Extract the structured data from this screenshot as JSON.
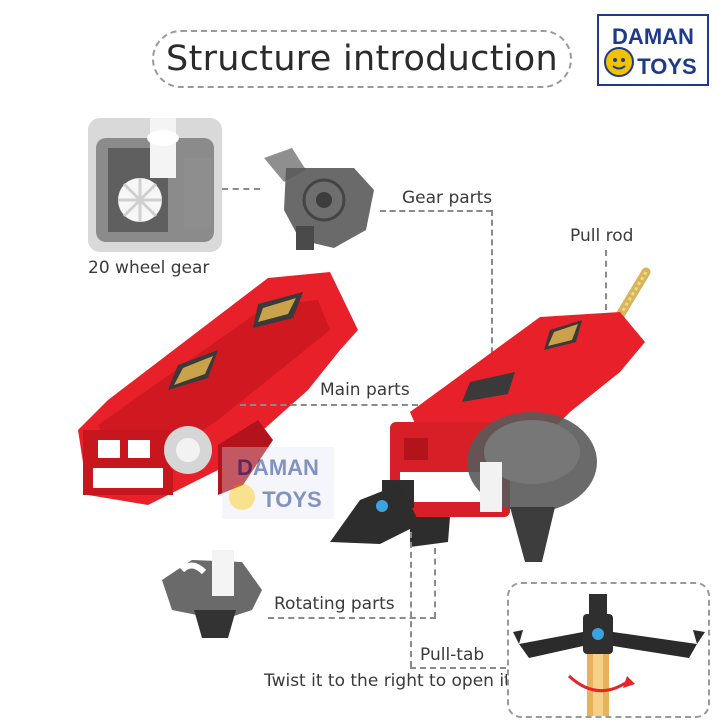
{
  "title": "Structure introduction",
  "logo": {
    "line1": "DAMAN",
    "line2": "TOYS"
  },
  "watermark": {
    "line1": "DAMAN",
    "line2": "TOYS"
  },
  "labels": {
    "gear_parts": "Gear parts",
    "pull_rod": "Pull rod",
    "wheel_gear": "20 wheel gear",
    "main_parts": "Main parts",
    "rotating_parts": "Rotating parts",
    "pull_tab": "Pull-tab",
    "twist_note": "Twist it to the right to open it"
  },
  "colors": {
    "launcher_red": "#e8202a",
    "launcher_dark_red": "#b3141c",
    "smoke_gray": "#5a5a5a",
    "gold": "#d8b55a",
    "logo_blue": "#1e3a8a",
    "logo_yellow": "#f2c200"
  }
}
